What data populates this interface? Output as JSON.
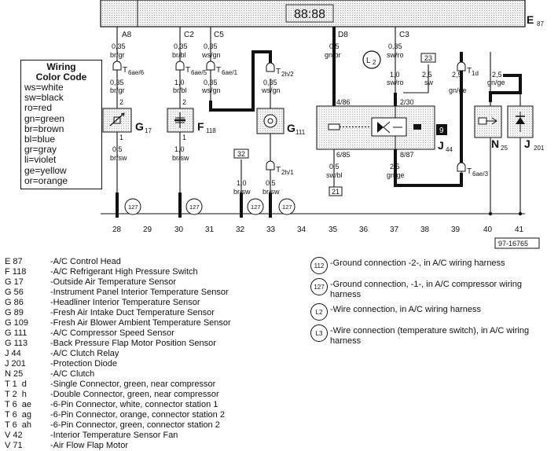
{
  "diagram": {
    "head_label": "E",
    "head_sub": "87",
    "components": [
      {
        "code": "G",
        "sub": "17"
      },
      {
        "code": "F",
        "sub": "118"
      },
      {
        "code": "G",
        "sub": "111"
      },
      {
        "code": "L",
        "sub": "2"
      },
      {
        "code": "9"
      },
      {
        "code": "J",
        "sub": "44"
      },
      {
        "code": "N",
        "sub": "25"
      },
      {
        "code": "J",
        "sub": "201"
      }
    ],
    "pin_labels": [
      "A8",
      "C2",
      "C5",
      "D8",
      "C3"
    ],
    "wire_labels": {
      "w28_top": [
        "0,35",
        "br/gr"
      ],
      "w30_top": [
        "0,35",
        "br/bl"
      ],
      "w31_top": [
        "0,35",
        "ws/gn"
      ],
      "w35_top": [
        "0,5",
        "gn/br"
      ],
      "w37_top": [
        "0,35",
        "sw/ro"
      ],
      "w28_mid": [
        "0,35",
        "br/gr"
      ],
      "w30_mid": [
        "1,0",
        "br/bl"
      ],
      "w31_mid": [
        "0,35",
        "ws/gn"
      ],
      "w33_mid": [
        "0,35",
        "ws/gn"
      ],
      "w37_mid": [
        "1,0",
        "sw/ro"
      ],
      "w38_mid": [
        "2,5",
        "sw"
      ],
      "w39_top": [
        "2,5",
        "gn/ge"
      ],
      "w40_top": [
        "2,5",
        "gn/ge"
      ],
      "w28_bot": [
        "0,5",
        "br/sw"
      ],
      "w30_bot": [
        "1,0",
        "br/sw"
      ],
      "w32_bot": [
        "1,0",
        "br/sw"
      ],
      "w33_bot": [
        "0,5",
        "br/sw"
      ],
      "w35_bot": [
        "0,5",
        "sw/bl"
      ],
      "w37_bot": [
        "2,5",
        "gn/ge"
      ]
    },
    "connectors": [
      {
        "code": "T",
        "sub": "6ae/6"
      },
      {
        "code": "T",
        "sub": "6ae/5"
      },
      {
        "code": "T",
        "sub": "6ae/1"
      },
      {
        "code": "T",
        "sub": "2h/2"
      },
      {
        "code": "T",
        "sub": "2h/1"
      },
      {
        "code": "T",
        "sub": "1d"
      },
      {
        "code": "T",
        "sub": "6ae/3"
      }
    ],
    "terminals": [
      "2",
      "1",
      "2",
      "1",
      "4/86",
      "6/85",
      "2/30",
      "8/87"
    ],
    "ref_boxes": [
      "23",
      "32",
      "21"
    ],
    "ground_labels": [
      "127",
      "127",
      "127",
      "127"
    ],
    "track_numbers": [
      "28",
      "29",
      "30",
      "31",
      "32",
      "33",
      "34",
      "35",
      "36",
      "37",
      "38",
      "39",
      "40",
      "41"
    ],
    "figure_id": "97-16765"
  },
  "color_code": {
    "title": [
      "Wiring",
      "Color Code"
    ],
    "entries": [
      "ws=white",
      "sw=black",
      "ro=red",
      "gn=green",
      "br=brown",
      "bl=blue",
      "gr=gray",
      "li=violet",
      "ge=yellow",
      "or=orange"
    ]
  },
  "legend_left": [
    {
      "code": "E 87",
      "desc": "-A/C Control Head"
    },
    {
      "code": "F 118",
      "desc": "-A/C Refrigerant High Pressure Switch"
    },
    {
      "code": "G 17",
      "desc": "-Outside Air Temperature Sensor"
    },
    {
      "code": "G 56",
      "desc": "-Instrument Panel Interior Temperature Sensor"
    },
    {
      "code": "G 86",
      "desc": "-Headliner Interior Temperature Sensor"
    },
    {
      "code": "G 89",
      "desc": "-Fresh Air Intake Duct Temperature Sensor"
    },
    {
      "code": "G 109",
      "desc": "-Fresh Air Blower Ambient Temperature Sensor"
    },
    {
      "code": "G 111",
      "desc": "-A/C Compressor Speed Sensor"
    },
    {
      "code": "G 113",
      "desc": "-Back Pressure Flap Motor Position Sensor"
    },
    {
      "code": "J 44",
      "desc": "-A/C Clutch Relay"
    },
    {
      "code": "J 201",
      "desc": "-Protection Diode"
    },
    {
      "code": "N 25",
      "desc": "-A/C Clutch"
    },
    {
      "code": "T 1  d",
      "desc": "-Single Connector, green, near compressor"
    },
    {
      "code": "T 2  h",
      "desc": "-Double Connector, green, near compressor"
    },
    {
      "code": "T 6  ae",
      "desc": "-6-Pin Connector, white, connector station 1"
    },
    {
      "code": "T 6  ag",
      "desc": "-6-Pin Connector, orange, connector station 2"
    },
    {
      "code": "T 6  ah",
      "desc": "-6-Pin Connector, green, connector station 2"
    },
    {
      "code": "V 42",
      "desc": "-Interior Temperature Sensor Fan"
    },
    {
      "code": "V 71",
      "desc": "-Air Flow Flap Motor"
    }
  ],
  "legend_right": [
    {
      "symbol": "112",
      "desc": "-Ground connection -2-, in A/C wiring harness"
    },
    {
      "symbol": "127",
      "desc": "-Ground connection, -1-, in A/C compressor wiring harness"
    },
    {
      "symbol": "L2",
      "desc": "-Wire connection, in A/C wiring harness"
    },
    {
      "symbol": "L3",
      "desc": "-Wire connection (temperature switch), in A/C wiring harness"
    }
  ]
}
